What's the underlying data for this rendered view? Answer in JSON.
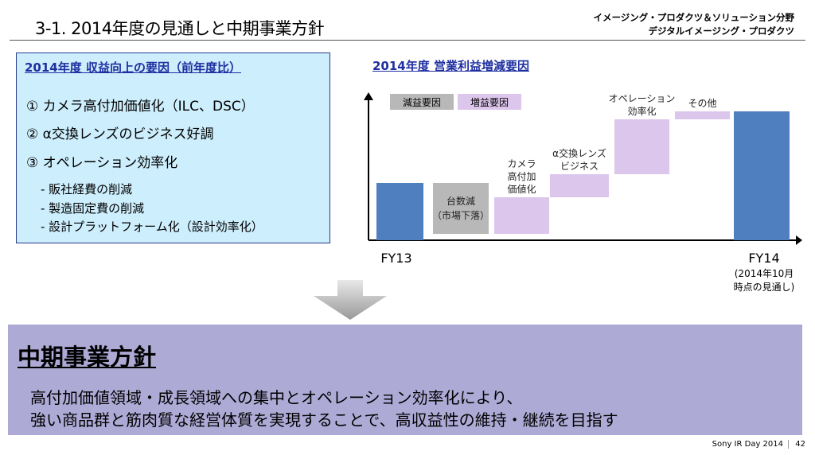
{
  "header": {
    "title": "3-1.  2014年度の見通しと中期事業方針",
    "division_line1": "イメージング・プロダクツ＆ソリューション分野",
    "division_line2": "デジタルイメージング・プロダクツ"
  },
  "left_box": {
    "title": "2014年度 収益向上の要因（前年度比）",
    "points": [
      "① カメラ高付加価値化（ILC、DSC）",
      "② α交換レンズのビジネス好調",
      "③ オペレーション効率化"
    ],
    "subpoints": [
      "- 販社経費の削減",
      "- 製造固定費の削減",
      "- 設計プラットフォーム化（設計効率化）"
    ]
  },
  "chart_data": {
    "type": "bar",
    "subtype": "waterfall",
    "title": "2014年度 営業利益増減要因",
    "legend": [
      "減益要因",
      "増益要因"
    ],
    "legend_placement": "top-left",
    "units": "relative (no values shown; estimated from bar heights)",
    "steps": [
      {
        "label": "FY13",
        "kind": "total",
        "value": 72
      },
      {
        "label": "台数減\n（市場下落）",
        "kind": "decrease",
        "value": -64
      },
      {
        "label": "カメラ\n高付加\n価値化",
        "kind": "increase",
        "value": 46
      },
      {
        "label": "α交換レンズ\nビジネス",
        "kind": "increase",
        "value": 29
      },
      {
        "label": "オペレーション\n効率化",
        "kind": "increase",
        "value": 69
      },
      {
        "label": "その他",
        "kind": "increase",
        "value": 10
      },
      {
        "label": "FY14",
        "kind": "total",
        "value": 162
      }
    ],
    "x_labels": [
      "FY13",
      "FY14"
    ],
    "fy14_note": "(2014年10月\n時点の見通し)",
    "ylim": [
      0,
      182
    ],
    "colors": {
      "total": "#4f7fbe",
      "decrease": "#b8b8b8",
      "increase": "#ddc6ec"
    }
  },
  "bottom_box": {
    "title": "中期事業方針",
    "line1": "高付加価値領域・成長領域への集中とオペレーション効率化により、",
    "line2": "強い商品群と筋肉質な経営体質を実現することで、高収益性の維持・継続を目指す"
  },
  "footer": {
    "event": "Sony IR Day 2014",
    "page": "42"
  }
}
